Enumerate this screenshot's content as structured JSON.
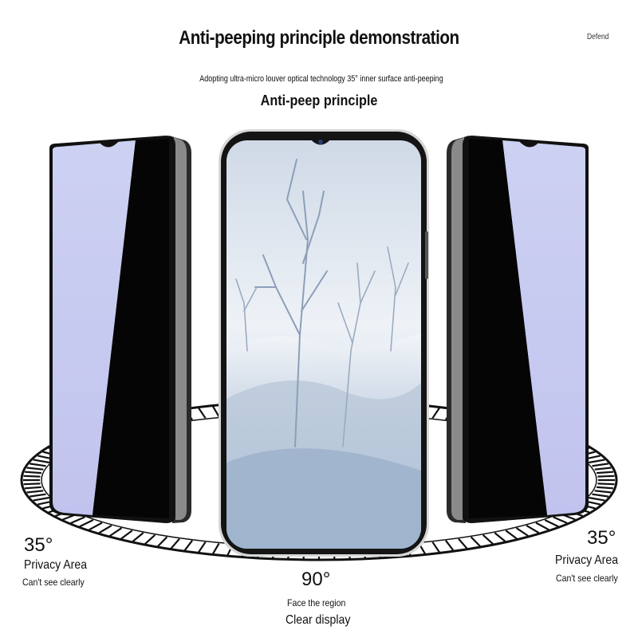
{
  "header": {
    "title": "Anti-peeping principle demonstration",
    "brand": "Defend",
    "subtitle": "Adopting ultra-micro louver optical technology 35° inner surface anti-peeping",
    "principle": "Anti-peep principle"
  },
  "left_view": {
    "angle": "35°",
    "label": "Privacy Area",
    "caption": "Can't see clearly"
  },
  "center_view": {
    "angle": "90°",
    "label": "Face the region",
    "caption": "Clear display"
  },
  "right_view": {
    "angle": "35°",
    "label": "Privacy Area",
    "caption": "Can't see clearly"
  },
  "colors": {
    "privacy_tint": "#c9c9ef",
    "blackout": "#050505",
    "frame": "#1a1a1a",
    "snow_sky": "#dbe5ef",
    "snow_ground": "#9fb5cf"
  }
}
